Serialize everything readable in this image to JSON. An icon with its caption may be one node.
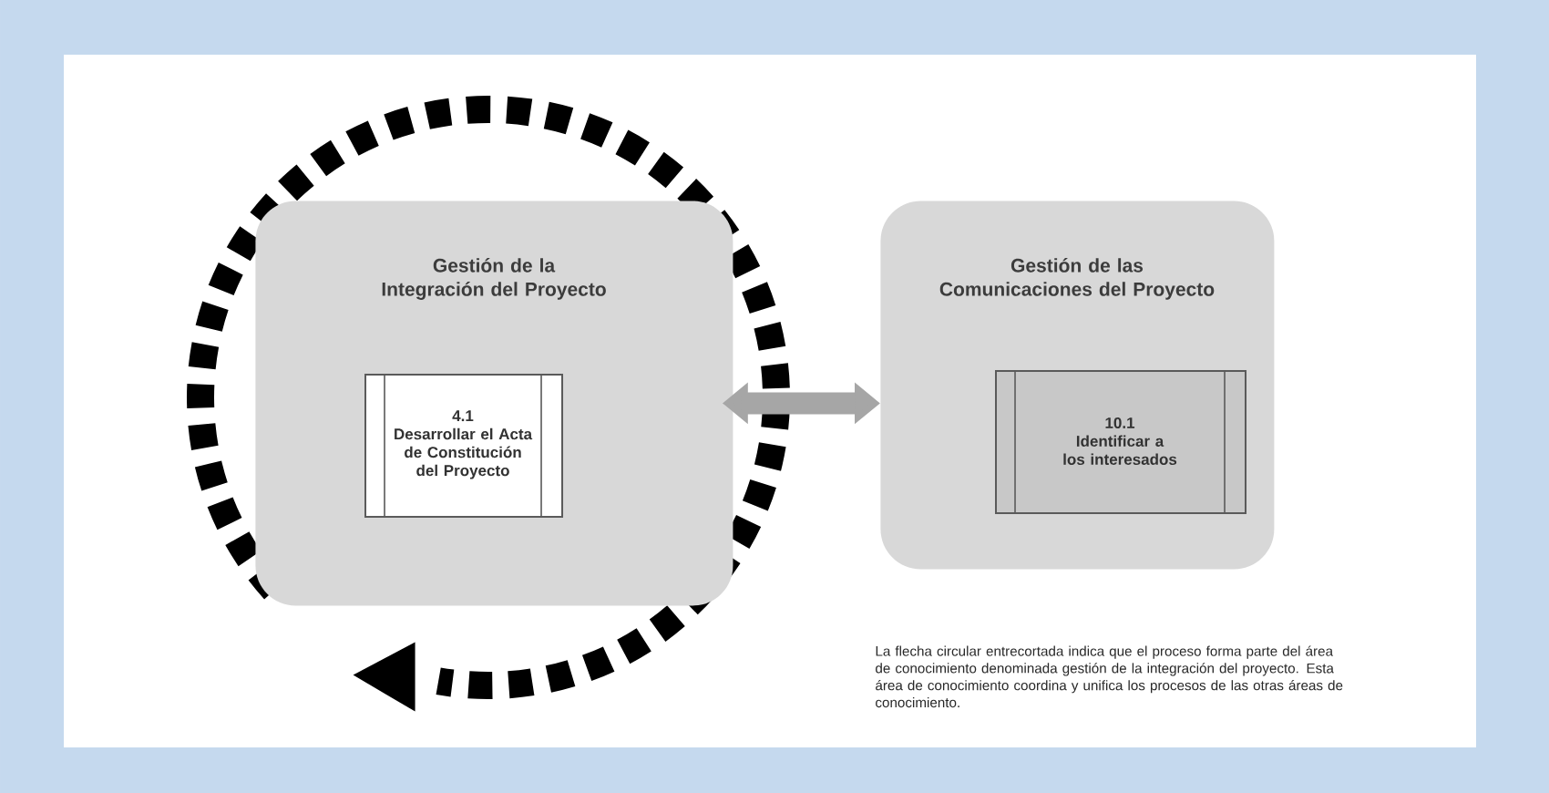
{
  "diagram": {
    "nodes": [
      {
        "text": [
          "Gestión de la Integración del Proyecto"
        ]
      },
      {
        "text": [
          "4.1",
          "Desarrollar el Acta de Constitución del Proyecto"
        ],
        "in": 0
      },
      {
        "text": [
          "Gestión de las Comunicaciones del Proyecto"
        ]
      },
      {
        "text": [
          "10.1",
          "Identificar a los interesados"
        ],
        "in": 2
      }
    ],
    "edges": [
      {
        "from": 0,
        "to": 2,
        "arrow": "both",
        "color": "#a6a6a6"
      }
    ],
    "labels": [
      "La flecha circular entrecortada indica que el proceso forma parte del área de conocimiento denominada gestión de la integración del proyecto. Esta área de conocimiento coordina y unifica los procesos de las otras áreas de conocimiento."
    ]
  }
}
